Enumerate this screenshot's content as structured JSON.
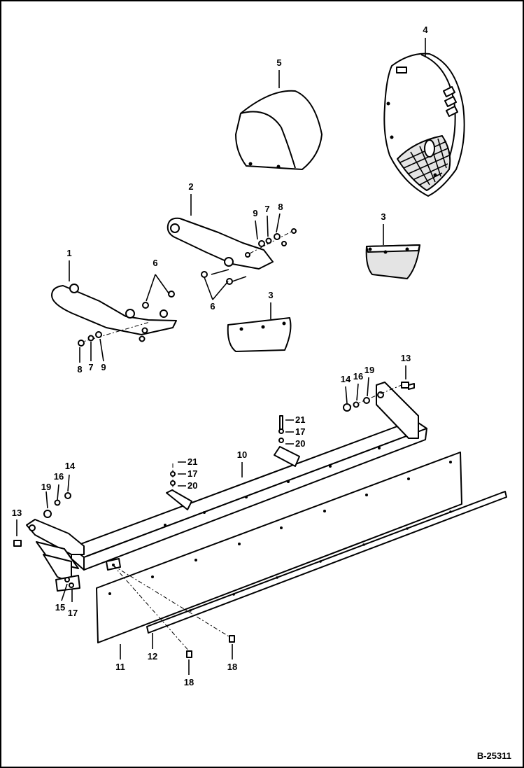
{
  "document_id": "B-25311",
  "callouts": {
    "c1": "1",
    "c2": "2",
    "c3a": "3",
    "c3b": "3",
    "c4": "4",
    "c5": "5",
    "c6a": "6",
    "c6b": "6",
    "c7a": "7",
    "c7b": "7",
    "c8a": "8",
    "c8b": "8",
    "c9a": "9",
    "c9b": "9",
    "c10": "10",
    "c11": "11",
    "c12": "12",
    "c13a": "13",
    "c13b": "13",
    "c14a": "14",
    "c14b": "14",
    "c15": "15",
    "c16a": "16",
    "c16b": "16",
    "c17a": "17",
    "c17b": "17",
    "c17c": "17",
    "c18a": "18",
    "c18b": "18",
    "c19a": "19",
    "c19b": "19",
    "c20a": "20",
    "c20b": "20",
    "c21a": "21",
    "c21b": "21"
  }
}
